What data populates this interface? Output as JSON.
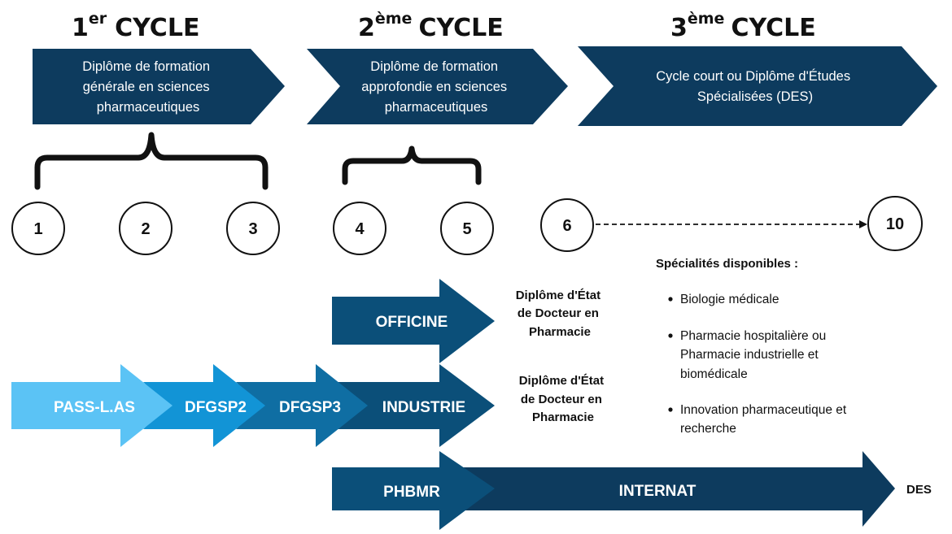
{
  "cycles": [
    {
      "num": "1",
      "sup": "er",
      "word": "CYCLE",
      "box_lines": [
        "Diplôme de formation",
        "générale en sciences",
        "pharmaceutiques"
      ]
    },
    {
      "num": "2",
      "sup": "ème",
      "word": "CYCLE",
      "box_lines": [
        "Diplôme de formation",
        "approfondie en sciences",
        "pharmaceutiques"
      ]
    },
    {
      "num": "3",
      "sup": "ème",
      "word": "CYCLE",
      "box_lines": [
        "Cycle court ou Diplôme d'Études",
        "Spécialisées (DES)"
      ]
    }
  ],
  "years": [
    "1",
    "2",
    "3",
    "4",
    "5",
    "6",
    "10"
  ],
  "arrows": {
    "pass": "PASS-L.AS",
    "dfgsp2": "DFGSP2",
    "dfgsp3": "DFGSP3",
    "officine": "OFFICINE",
    "industrie": "INDUSTRIE",
    "phbmr": "PHBMR",
    "internat": "INTERNAT"
  },
  "outcomes": {
    "officine_lines": [
      "Diplôme d'État",
      "de Docteur en",
      "Pharmacie"
    ],
    "industrie_lines": [
      "Diplôme d'État",
      "de Docteur en",
      "Pharmacie"
    ],
    "des": "DES"
  },
  "specialties": {
    "title": "Spécialités disponibles :",
    "items": [
      {
        "lines": [
          "Biologie médicale"
        ]
      },
      {
        "lines": [
          "Pharmacie hospitalière ou",
          "Pharmacie industrielle et",
          "biomédicale"
        ]
      },
      {
        "lines": [
          "Innovation pharmaceutique et",
          "recherche"
        ]
      }
    ]
  },
  "colors": {
    "navy": "#0d3b5e",
    "dark_blue": "#0b4f79",
    "mid_blue": "#0f6ea3",
    "bright_blue": "#1294d6",
    "light_blue": "#5bc3f5"
  }
}
